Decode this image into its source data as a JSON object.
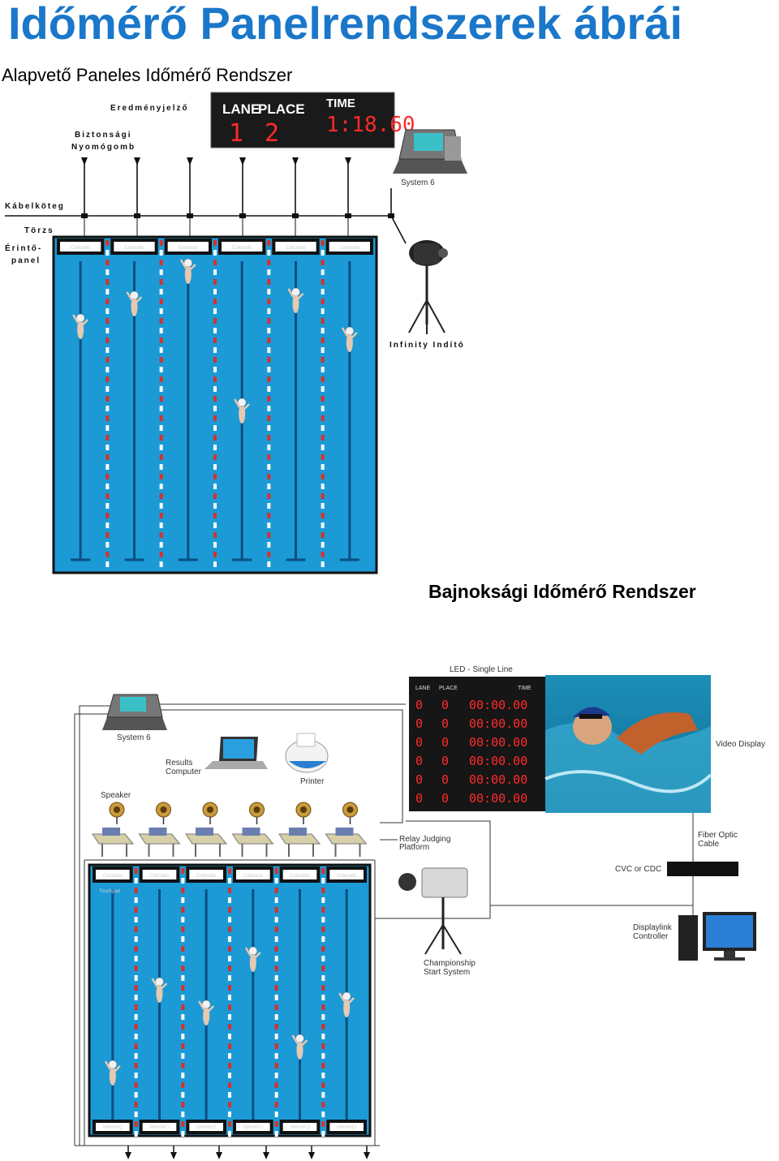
{
  "page": {
    "title": "Időmérő Panelrendszerek ábrái",
    "section1_title": "Alapvető Paneles Időmérő Rendszer",
    "section2_title": "Bajnoksági Időmérő Rendszer"
  },
  "diagram1": {
    "labels": {
      "scoreboard": "Eredményjelző",
      "safety_button_1": "Biztonsági",
      "safety_button_2": "Nyomógomb",
      "cable_harness": "Kábelköteg",
      "trunk": "Törzs",
      "touchpad_1": "Érintő-",
      "touchpad_2": "panel",
      "console": "System 6",
      "starter": "Infinity Indító"
    },
    "scoreboard_display": {
      "header_lane": "LANE",
      "header_place": "PLACE",
      "header_time": "TIME",
      "lane": "1",
      "place": "2",
      "time": "1:18.60"
    },
    "touchpad_brand": "Colorado"
  },
  "diagram2": {
    "labels": {
      "led": "LED - Single Line",
      "console": "System 6",
      "results_1": "Results",
      "results_2": "Computer",
      "printer": "Printer",
      "speaker": "Speaker",
      "relay_1": "Relay Judging",
      "relay_2": "Platform",
      "video": "Video Display",
      "fiber_1": "Fiber Optic",
      "fiber_2": "Cable",
      "cvc": "CVC or CDC",
      "displaylink_1": "Displaylink",
      "displaylink_2": "Controller",
      "start_1": "Championship",
      "start_2": "Start System",
      "touchpad": "Touchpad"
    },
    "led_board": {
      "header_lane": "LANE",
      "header_place": "PLACE",
      "header_time": "TIME",
      "rows": [
        {
          "lane": "0",
          "place": "0",
          "time": "00:00.00"
        },
        {
          "lane": "0",
          "place": "0",
          "time": "00:00.00"
        },
        {
          "lane": "0",
          "place": "0",
          "time": "00:00.00"
        },
        {
          "lane": "0",
          "place": "0",
          "time": "00:00.00"
        },
        {
          "lane": "0",
          "place": "0",
          "time": "00:00.00"
        },
        {
          "lane": "0",
          "place": "0",
          "time": "00:00.00"
        }
      ]
    },
    "touchpad_brand": "Colorado"
  },
  "colors": {
    "title": "#1a77c9",
    "pool_water": "#1b9ad6",
    "lane_rope_red": "#d8312a",
    "led_red": "#ff2a2a"
  }
}
